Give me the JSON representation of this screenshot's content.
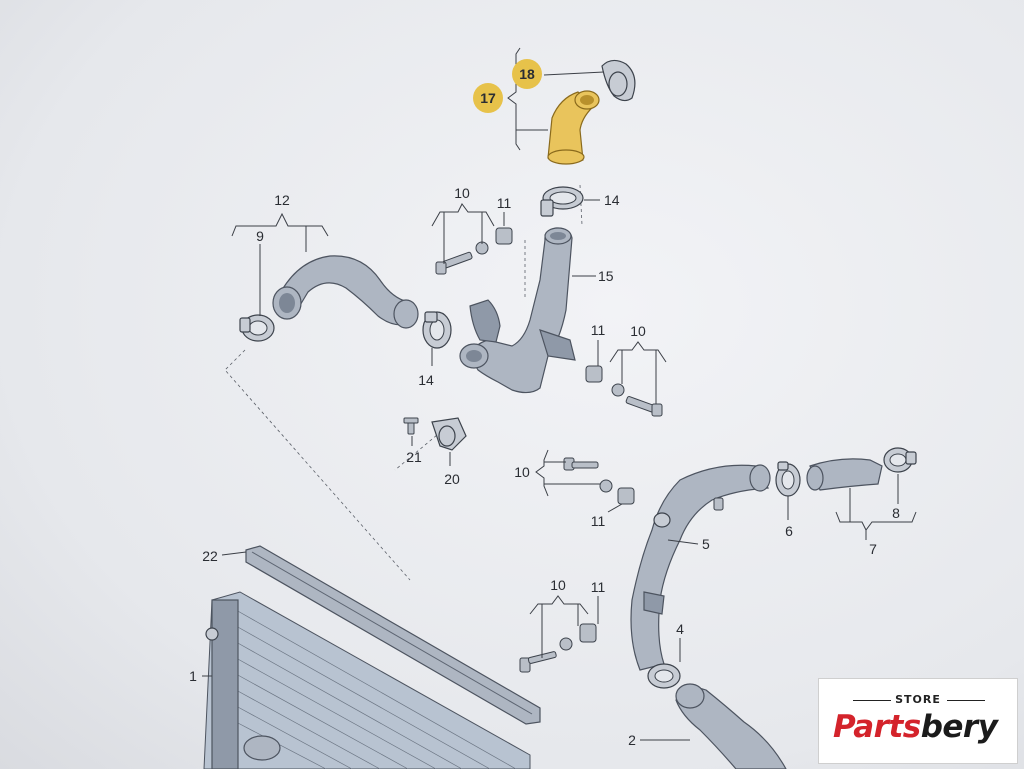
{
  "diagram": {
    "labels": {
      "l1": "1",
      "l2": "2",
      "l4": "4",
      "l5": "5",
      "l6": "6",
      "l7": "7",
      "l8": "8",
      "l9": "9",
      "l10a": "10",
      "l10b": "10",
      "l10c": "10",
      "l10d": "10",
      "l11a": "11",
      "l11b": "11",
      "l11c": "11",
      "l11d": "11",
      "l12": "12",
      "l14a": "14",
      "l14b": "14",
      "l15": "15",
      "l17": "17",
      "l18": "18",
      "l20": "20",
      "l21": "21",
      "l22": "22"
    },
    "highlight_color": "#e7c24a"
  },
  "logo": {
    "store": "STORE",
    "brand_part1": "Parts",
    "brand_part2": "bery",
    "brand_color": "#d4232b"
  }
}
